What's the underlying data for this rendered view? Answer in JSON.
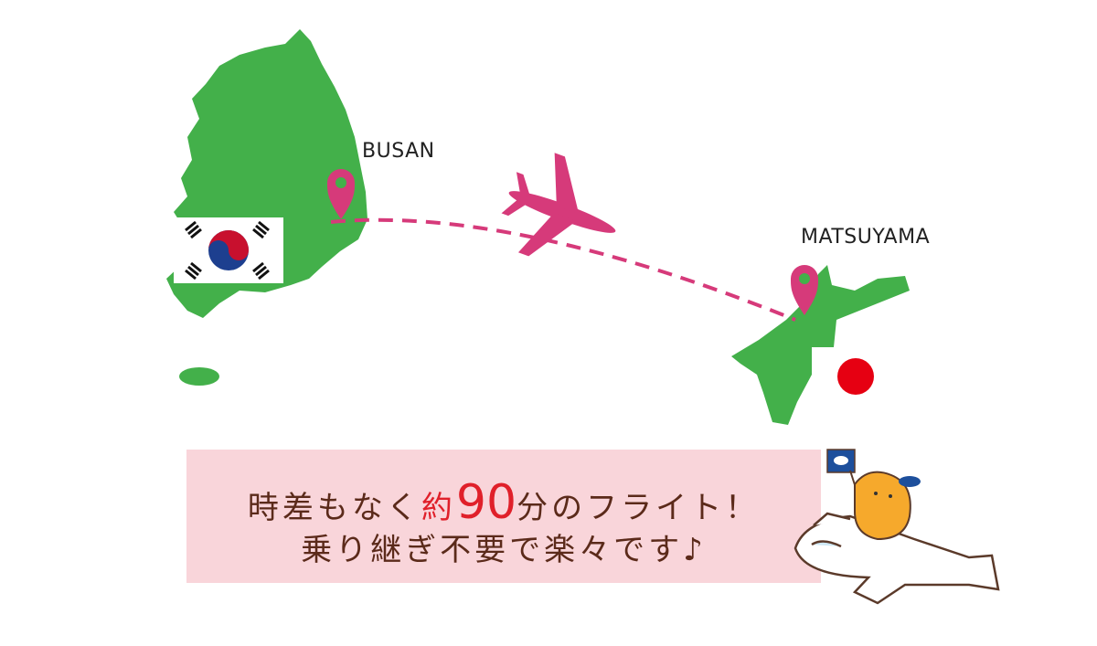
{
  "labels": {
    "origin": "BUSAN",
    "destination": "MATSUYAMA"
  },
  "message": {
    "line1_prefix": "時差もなく",
    "line1_highlight": "約",
    "line1_number": "90",
    "line1_suffix": "分のフライト！",
    "line2": "乗り継ぎ不要で楽々です♪"
  },
  "colors": {
    "land": "#43b04a",
    "route": "#d63a7a",
    "banner": "#f9d5da",
    "text": "#5b2a1a",
    "accent": "#e0202a",
    "japan_flag": "#e60012"
  }
}
